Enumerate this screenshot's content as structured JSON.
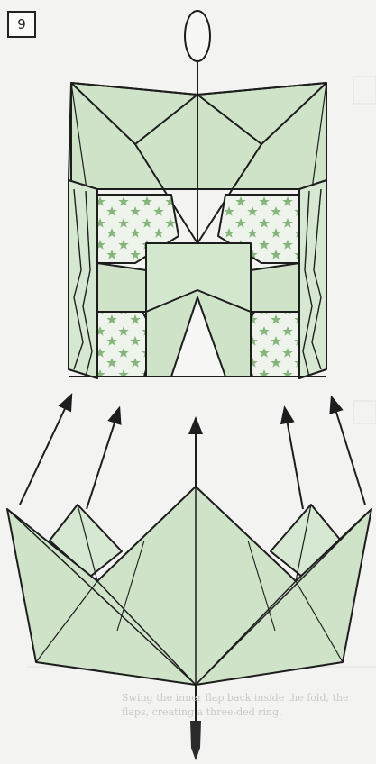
{
  "step": {
    "number": "9"
  },
  "colors": {
    "paper": "#cfe3c9",
    "paper_light": "#dcebd7",
    "star": "#86b57c",
    "line": "#1d1d1d",
    "background": "#f3f3f1"
  },
  "bleed_text": {
    "line1": "Swing the inner flap back inside the fold, the",
    "line2": "flaps, creating a three-ded ring."
  }
}
